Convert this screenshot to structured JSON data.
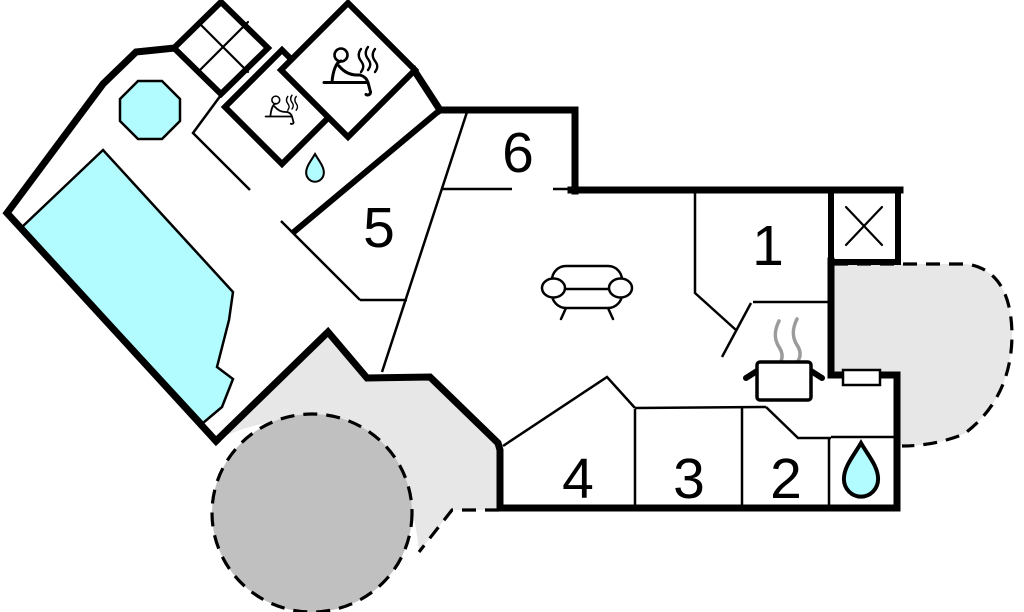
{
  "plan": {
    "type": "floor-plan",
    "rooms": [
      {
        "number": "1"
      },
      {
        "number": "2"
      },
      {
        "number": "3"
      },
      {
        "number": "4"
      },
      {
        "number": "5"
      },
      {
        "number": "6"
      }
    ],
    "icons": {
      "sauna": "person-on-bench-with-steam",
      "water_drop": "droplet",
      "closet": "x-cross",
      "wardrobe": "x-cross",
      "stove": "pot-with-steam",
      "sofa": "sofa-front-view",
      "hot_tub": "octagon-tub",
      "pool": "swimming-pool",
      "window": "wall-window",
      "terrace": "dashed-terrace",
      "patio": "dashed-round-patio"
    },
    "colors": {
      "water": "#b2fcff",
      "terrace": "#e7e7e7",
      "patio": "#c0c0c0",
      "wall": "#000000",
      "steam": "#9b9b9b",
      "background": "#ffffff"
    }
  }
}
